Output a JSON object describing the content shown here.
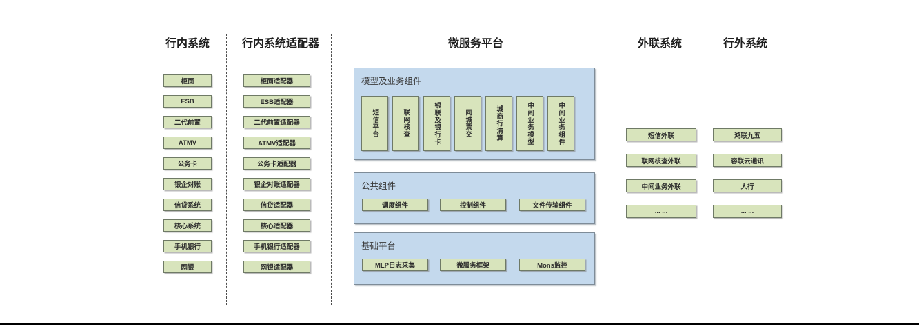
{
  "colors": {
    "box_fill": "#d8e4bc",
    "box_border": "#6f7a66",
    "panel_fill": "#c4d9ed",
    "panel_border": "#7e8c98",
    "divider": "#4d4d4d",
    "rule": "#000000"
  },
  "columns": [
    {
      "title": "行内系统",
      "items": [
        "柜面",
        "ESB",
        "二代前置",
        "ATMV",
        "公务卡",
        "银企对账",
        "信贷系统",
        "核心系统",
        "手机银行",
        "网银"
      ]
    },
    {
      "title": "行内系统适配器",
      "items": [
        "柜面适配器",
        "ESB适配器",
        "二代前置适配器",
        "ATMV适配器",
        "公务卡适配器",
        "银企对账适配器",
        "信贷适配器",
        "核心适配器",
        "手机银行适配器",
        "网银适配器"
      ]
    },
    {
      "title": "微服务平台",
      "panels": [
        {
          "label": "模型及业务组件",
          "items": [
            "短信平台",
            "联网核查",
            "银联及银行卡",
            "同城票交",
            "城商行清算",
            "中间业务模型",
            "中间业务组件"
          ]
        },
        {
          "label": "公共组件",
          "items": [
            "调度组件",
            "控制组件",
            "文件传输组件"
          ]
        },
        {
          "label": "基础平台",
          "items": [
            "MLP日志采集",
            "微服务框架",
            "Mons监控"
          ]
        }
      ]
    },
    {
      "title": "外联系统",
      "items": [
        "短信外联",
        "联网核查外联",
        "中间业务外联",
        "... ..."
      ]
    },
    {
      "title": "行外系统",
      "items": [
        "鸿联九五",
        "容联云通讯",
        "人行",
        "... ..."
      ]
    }
  ]
}
